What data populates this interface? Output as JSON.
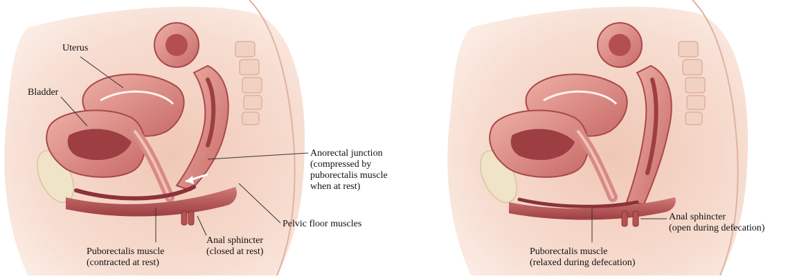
{
  "left_panel": {
    "labels": {
      "uterus": "Uterus",
      "bladder": "Bladder",
      "anorectal_junction": [
        "Anorectal junction",
        "(compressed by",
        "puborectalis muscle",
        "when at rest)"
      ],
      "pelvic_floor": "Pelvic floor muscles",
      "anal_sphincter": [
        "Anal sphincter",
        "(closed at rest)"
      ],
      "puborectalis": [
        "Puborectalis muscle",
        "(contracted at rest)"
      ]
    }
  },
  "right_panel": {
    "labels": {
      "anal_sphincter": [
        "Anal sphincter",
        "(open during defecation)"
      ],
      "puborectalis": [
        "Puborectalis muscle",
        "(relaxed during defecation)"
      ]
    }
  },
  "colors": {
    "skin": "#f3d6c8",
    "skin_dark": "#e2b3a0",
    "organ": "#d9847f",
    "organ_light": "#ecaaa0",
    "organ_dark": "#a8484a",
    "muscle": "#b95a5c",
    "bone": "#efe4c8",
    "leader_line": "#333333"
  }
}
